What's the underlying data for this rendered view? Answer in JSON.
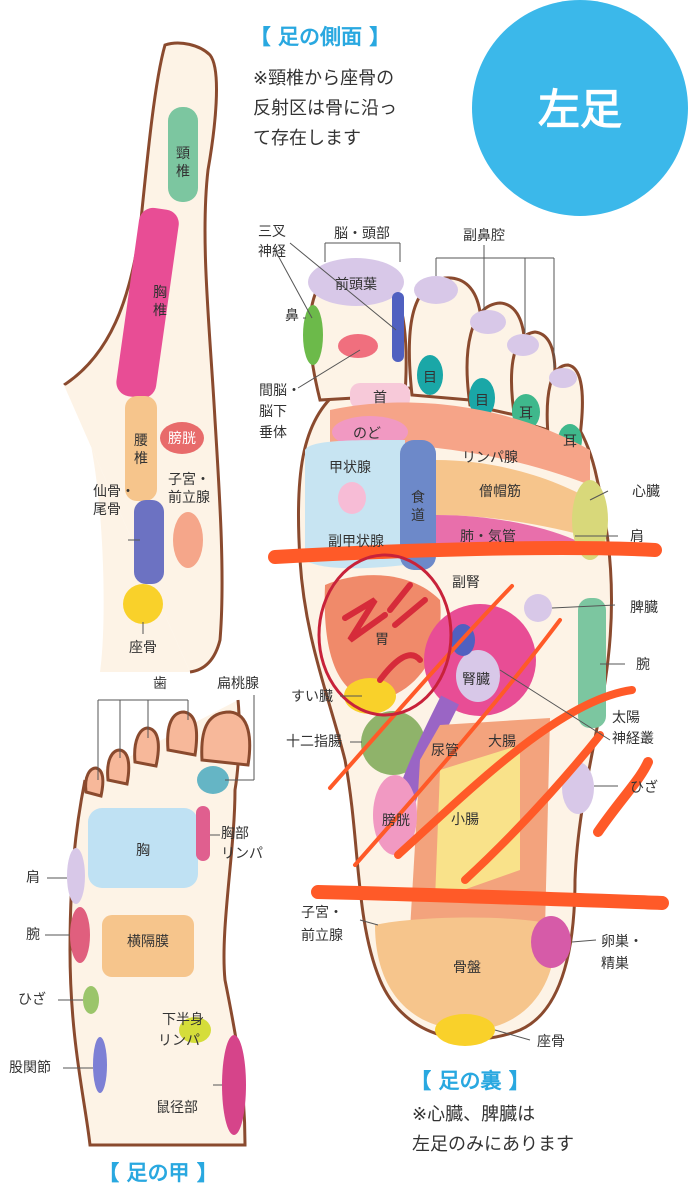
{
  "badge": {
    "text": "左足",
    "color": "#3bb8ea"
  },
  "side_view": {
    "title": "【 足の側面 】",
    "note_lines": [
      "※頸椎から座骨の",
      "反射区は骨に沿っ",
      "て存在します"
    ],
    "labels": {
      "keitsui": "頸椎",
      "kyotsui": "胸椎",
      "yotsui": "腰椎",
      "boko": "膀胱",
      "shikyu": "子宮・",
      "zenritsusen": "前立腺",
      "senkotsu": "仙骨・",
      "bikotsu": "尾骨",
      "zakotsu": "座骨"
    }
  },
  "sole": {
    "title": "【 足の裏 】",
    "note_lines": [
      "※心臓、脾臓は",
      "左足のみにあります"
    ],
    "labels": {
      "sansa": "三叉",
      "shinkei": "神経",
      "no_tobu": "脳・頭部",
      "fukubiku": "副鼻腔",
      "hana": "鼻",
      "zentoyo": "前頭葉",
      "kannou": "間脳・",
      "noka": "脳下",
      "suitai": "垂体",
      "me1": "目",
      "me2": "目",
      "mimi1": "耳",
      "mimi2": "耳",
      "kubi": "首",
      "nodo": "のど",
      "lympha": "リンパ腺",
      "koujousen": "甲状腺",
      "shokudo1": "食",
      "shokudo2": "道",
      "soubokin": "僧帽筋",
      "shinzo": "心臓",
      "fukukoujousen": "副甲状腺",
      "hai": "肺・気管",
      "kata": "肩",
      "fukujin": "副腎",
      "hizo": "脾臓",
      "i": "胃",
      "ude": "腕",
      "suizo": "すい臓",
      "jinzo": "腎臓",
      "taiyou1": "太陽",
      "taiyou2": "神経叢",
      "juunishi": "十二指腸",
      "nyoukan": "尿管",
      "daicho": "大腸",
      "hiza": "ひざ",
      "boko": "膀胱",
      "shocho": "小腸",
      "shikyu": "子宮・",
      "zenritsusen": "前立腺",
      "ransou1": "卵巣・",
      "ransou2": "精巣",
      "kotsuban": "骨盤",
      "zakotsu": "座骨"
    }
  },
  "top_view": {
    "title": "【 足の甲 】",
    "labels": {
      "ha": "歯",
      "hentousen": "扁桃腺",
      "mune": "胸",
      "kyoubu1": "胸部",
      "kyoubu2": "リンパ",
      "kata": "肩",
      "ude": "腕",
      "oukakumaku": "横隔膜",
      "hiza": "ひざ",
      "kahanshin1": "下半身",
      "kahanshin2": "リンパ",
      "kokansetsu": "股関節",
      "sokeibu": "鼠径部"
    }
  }
}
